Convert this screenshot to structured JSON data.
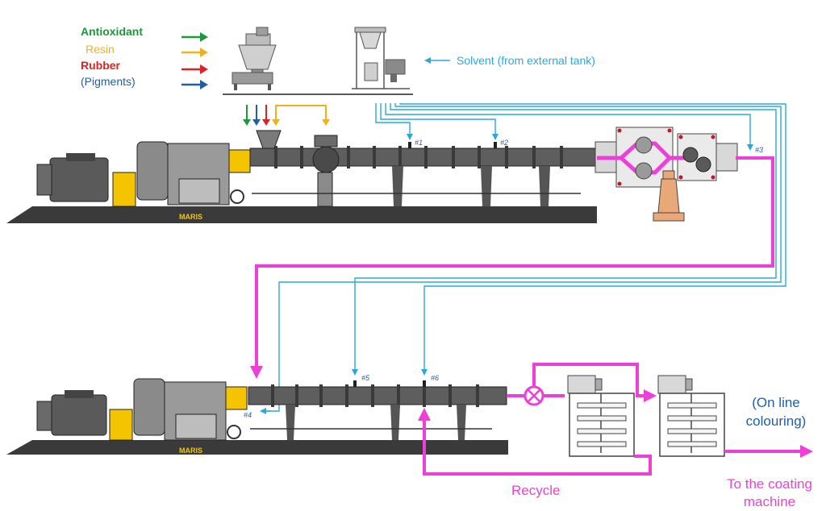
{
  "legend": {
    "items": [
      {
        "label": "Antioxidant",
        "color": "#1a9a3a"
      },
      {
        "label": "Resin",
        "color": "#f0b020"
      },
      {
        "label": "Rubber",
        "color": "#e02020"
      },
      {
        "label": "(Pigments)",
        "color": "#1f5fa8"
      }
    ]
  },
  "solvent_label": "Solvent (from external tank)",
  "ports": {
    "p1": "#1",
    "p2": "#2",
    "p3": "#3",
    "p4": "#4",
    "p5": "#5",
    "p6": "#6"
  },
  "brand": "MARIS",
  "recycle_label": "Recycle",
  "online_colouring": {
    "line1": "(On line",
    "line2": "colouring)"
  },
  "coating": {
    "line1": "To the coating",
    "line2": "machine"
  },
  "colors": {
    "solvent": "#29a8e0",
    "magenta": "#ee3fd8",
    "machine": "#4a4a4a",
    "yellow": "#f5c400",
    "base": "#2e2e2e",
    "label_blue": "#1f5fa8"
  }
}
